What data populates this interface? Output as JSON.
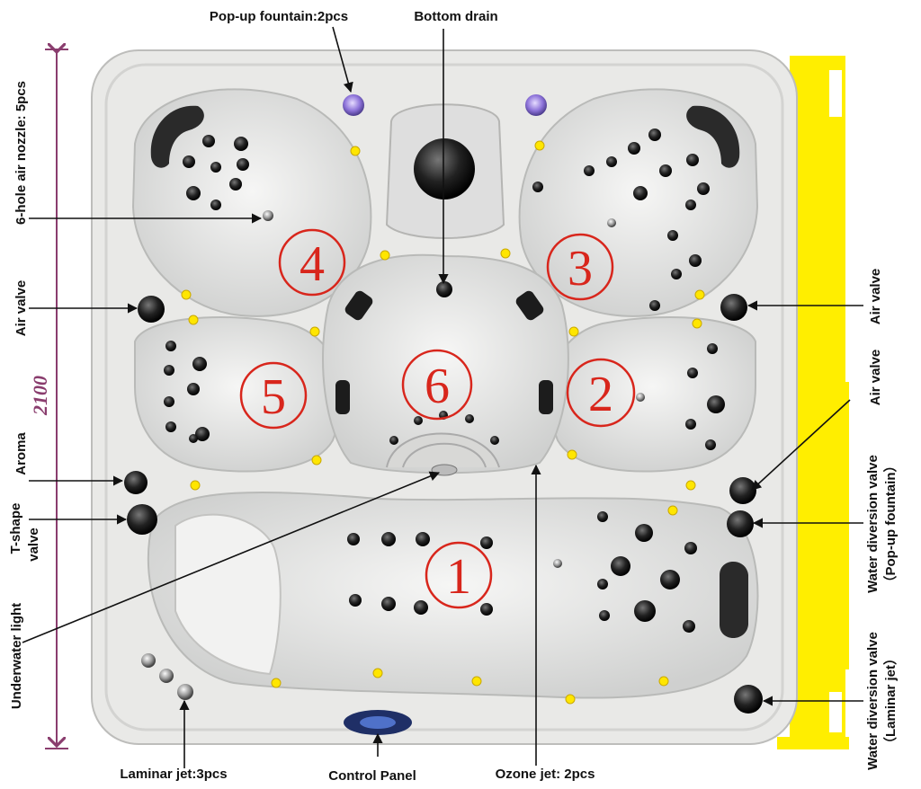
{
  "labels": {
    "popup_fountain": "Pop-up fountain:2pcs",
    "bottom_drain": "Bottom drain",
    "six_hole_air_nozzle": "6-hole air nozzle: 5pcs",
    "air_valve_left": "Air valve",
    "aroma": "Aroma",
    "t_shape_line1": "T-shape",
    "t_shape_line2": "valve",
    "underwater_light": "Underwater light",
    "laminar_jet": "Laminar jet:3pcs",
    "control_panel": "Control Panel",
    "ozone_jet": "Ozone jet: 2pcs",
    "air_valve_right_top": "Air valve",
    "air_valve_right_mid": "Air valve",
    "water_div_popup_line1": "Water diversion valve",
    "water_div_popup_line2": "（Pop-up fountain）",
    "water_div_laminar_line1": "Water diversion valve",
    "water_div_laminar_line2": "（Laminar jet）"
  },
  "dimension": "2100",
  "seats": [
    "1",
    "2",
    "3",
    "4",
    "5",
    "6"
  ],
  "colors": {
    "shell": "#e9e9e7",
    "seat_number": "#d8261c",
    "dimension_line": "#8a3d6e",
    "frame": "#ffee00",
    "led": "#ffe600",
    "jet": "#1c1c1c"
  }
}
